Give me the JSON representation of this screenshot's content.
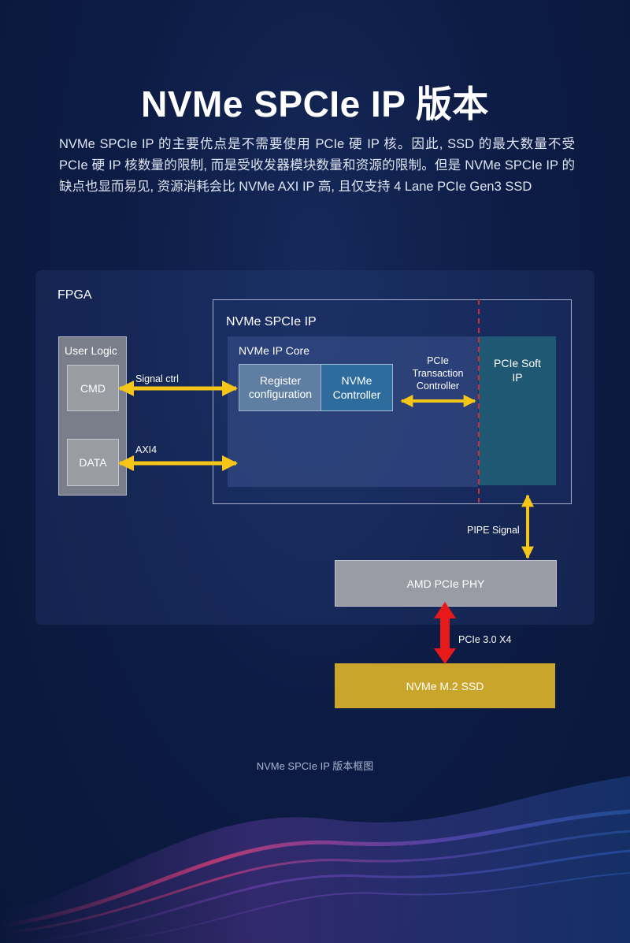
{
  "header": {
    "title": "NVMe SPCIe IP 版本",
    "intro": "NVMe SPCIe IP 的主要优点是不需要使用 PCIe 硬 IP 核。因此, SSD 的最大数量不受 PCIe 硬 IP 核数量的限制, 而是受收发器模块数量和资源的限制。但是 NVMe SPCIe IP 的缺点也显而易见, 资源消耗会比 NVMe AXI IP 高, 且仅支持 4 Lane PCIe Gen3 SSD"
  },
  "diagram": {
    "fpga_label": "FPGA",
    "user_logic": {
      "label": "User Logic",
      "cmd": "CMD",
      "data": "DATA"
    },
    "spcie_ip": {
      "label": "NVMe SPCIe IP"
    },
    "ip_core": {
      "label": "NVMe IP Core",
      "register": "Register configuration",
      "controller": "NVMe Controller"
    },
    "transaction": "PCIe Transaction Controller",
    "soft_ip": "PCIe Soft IP",
    "phy": "AMD PCIe PHY",
    "ssd": "NVMe M.2 SSD",
    "signals": {
      "signal_ctrl": "Signal ctrl",
      "axi4": "AXI4",
      "pipe": "PIPE Signal",
      "pcie": "PCIe 3.0 X4"
    }
  },
  "colors": {
    "yellow_arrow": "#f5c518",
    "red_arrow": "#e8191b",
    "ssd_fill": "#c9a52c",
    "soft_ip_fill": "#1e5873"
  },
  "caption": "NVMe SPCIe IP 版本框图"
}
